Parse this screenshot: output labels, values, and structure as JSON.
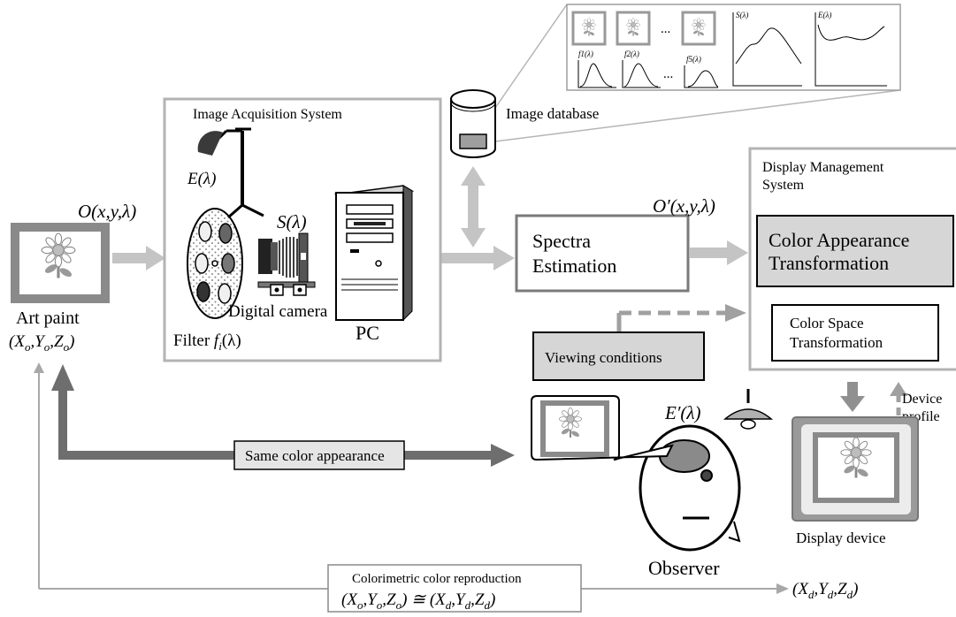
{
  "art_paint": {
    "input_signal": "O(x,y,λ)",
    "label": "Art paint",
    "xyz_o": "(X",
    "xyz_o_sub1": "o",
    "xyz_o_mid1": ",Y",
    "xyz_o_sub2": "o",
    "xyz_o_mid2": ",Z",
    "xyz_o_sub3": "o",
    "xyz_o_end": ")"
  },
  "acquisition": {
    "title": "Image Acquisition System",
    "illuminant": "E(λ)",
    "sensitivity": "S(λ)",
    "camera_label": "Digital camera",
    "filter_prefix": "Filter ",
    "filter_f": "f",
    "filter_sub": "i",
    "filter_suffix": "(λ)",
    "pc_label": "PC"
  },
  "database": {
    "label": "Image database",
    "dots": "...",
    "dots2": "...",
    "filter_labels": [
      "f1(λ)",
      "f2(λ)",
      "f5(λ)"
    ],
    "s_label": "S(λ)",
    "e_label": "E(λ)"
  },
  "spectra": {
    "label_line1": "Spectra",
    "label_line2": "Estimation",
    "output_signal": "O′(x,y,λ)"
  },
  "display_mgmt": {
    "title_line1": "Display Management",
    "title_line2": "System",
    "cat_line1": "Color Appearance",
    "cat_line2": "Transformation",
    "cst_line1": "Color Space",
    "cst_line2": "Transformation"
  },
  "viewing": {
    "label": "Viewing conditions"
  },
  "observer": {
    "illuminant": "E′(λ)",
    "label": "Observer"
  },
  "device": {
    "profile_line1": "Device",
    "profile_line2": "profile",
    "label": "Display device"
  },
  "same_appearance": {
    "label": "Same color appearance"
  },
  "colorimetric": {
    "title": "Colorimetric color reproduction",
    "eq_a": "(X",
    "eq_a_sub1": "o",
    "eq_a_mid1": ",Y",
    "eq_a_sub2": "o",
    "eq_a_mid2": ",Z",
    "eq_a_sub3": "o",
    "eq_a_end": ") ≅ (X",
    "eq_b_sub1": "d",
    "eq_b_mid1": ",Y",
    "eq_b_sub2": "d",
    "eq_b_mid2": ",Z",
    "eq_b_sub3": "d",
    "eq_b_end": ")"
  },
  "output_xyz": {
    "open": "(X",
    "sub1": "d",
    "mid1": ",Y",
    "sub2": "d",
    "mid2": ",Z",
    "sub3": "d",
    "end": ")"
  }
}
